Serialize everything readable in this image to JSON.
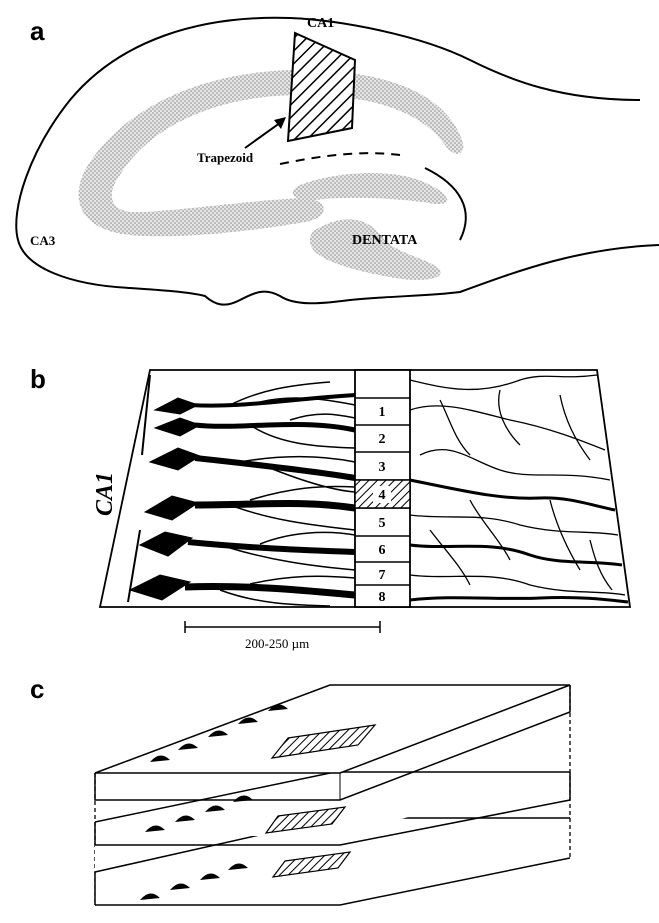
{
  "panel_a": {
    "letter": "a",
    "labels": {
      "ca1": "CA1",
      "trapezoid": "Trapezoid",
      "ca3": "CA3",
      "dentata": "DENTATA"
    }
  },
  "panel_b": {
    "letter": "b",
    "region_label": "CA1",
    "slice_numbers": [
      "1",
      "2",
      "3",
      "4",
      "5",
      "6",
      "7",
      "8"
    ],
    "highlighted_slice": "4",
    "scale_bar_label": "200-250 µm"
  },
  "panel_c": {
    "letter": "c"
  }
}
